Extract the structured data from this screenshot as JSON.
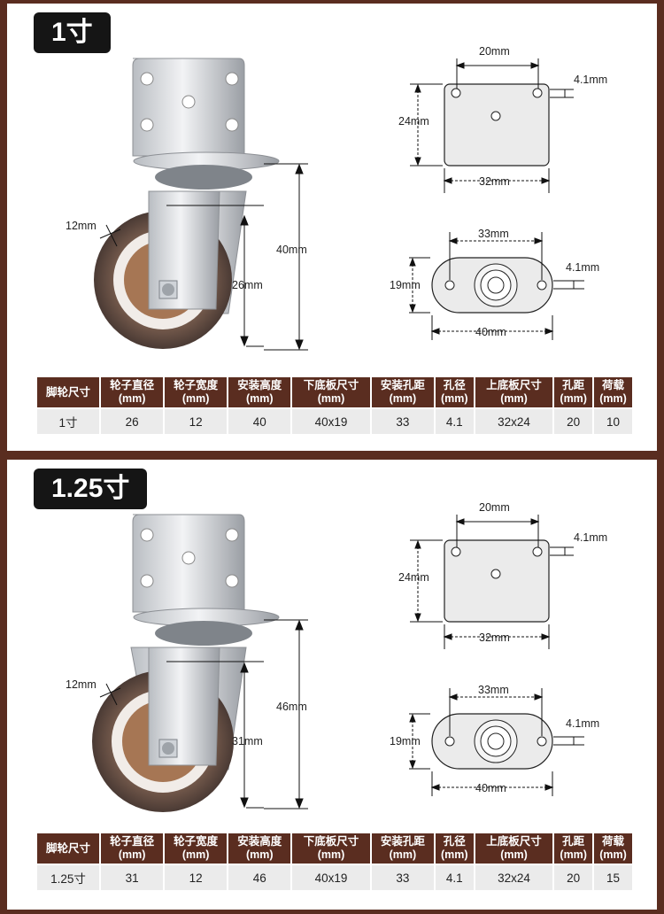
{
  "colors": {
    "frame": "#5a2d20",
    "title_bg": "#151515",
    "table_header": "#5a2d20",
    "table_cell": "#ebebeb"
  },
  "products": [
    {
      "title": "1寸",
      "dims": {
        "tread": "12mm",
        "total_height": "40mm",
        "wheel_diameter": "26mm",
        "top_hole_spacing": "20mm",
        "top_hole_dia": "4.1mm",
        "top_plate_height": "24mm",
        "top_plate_width": "32mm",
        "bottom_hole_spacing": "33mm",
        "bottom_hole_dia": "4.1mm",
        "bottom_plate_height": "19mm",
        "bottom_plate_width": "40mm"
      },
      "table": {
        "headers": [
          {
            "name": "脚轮尺寸",
            "unit": ""
          },
          {
            "name": "轮子直径",
            "unit": "(mm)"
          },
          {
            "name": "轮子宽度",
            "unit": "(mm)"
          },
          {
            "name": "安装高度",
            "unit": "(mm)"
          },
          {
            "name": "下底板尺寸",
            "unit": "(mm)"
          },
          {
            "name": "安装孔距",
            "unit": "(mm)"
          },
          {
            "name": "孔径",
            "unit": "(mm)"
          },
          {
            "name": "上底板尺寸",
            "unit": "(mm)"
          },
          {
            "name": "孔距",
            "unit": "(mm)"
          },
          {
            "name": "荷载",
            "unit": "(mm)"
          }
        ],
        "row": [
          "1寸",
          "26",
          "12",
          "40",
          "40x19",
          "33",
          "4.1",
          "32x24",
          "20",
          "10"
        ]
      }
    },
    {
      "title": "1.25寸",
      "dims": {
        "tread": "12mm",
        "total_height": "46mm",
        "wheel_diameter": "31mm",
        "top_hole_spacing": "20mm",
        "top_hole_dia": "4.1mm",
        "top_plate_height": "24mm",
        "top_plate_width": "32mm",
        "bottom_hole_spacing": "33mm",
        "bottom_hole_dia": "4.1mm",
        "bottom_plate_height": "19mm",
        "bottom_plate_width": "40mm"
      },
      "table": {
        "headers": [
          {
            "name": "脚轮尺寸",
            "unit": ""
          },
          {
            "name": "轮子直径",
            "unit": "(mm)"
          },
          {
            "name": "轮子宽度",
            "unit": "(mm)"
          },
          {
            "name": "安装高度",
            "unit": "(mm)"
          },
          {
            "name": "下底板尺寸",
            "unit": "(mm)"
          },
          {
            "name": "安装孔距",
            "unit": "(mm)"
          },
          {
            "name": "孔径",
            "unit": "(mm)"
          },
          {
            "name": "上底板尺寸",
            "unit": "(mm)"
          },
          {
            "name": "孔距",
            "unit": "(mm)"
          },
          {
            "name": "荷载",
            "unit": "(mm)"
          }
        ],
        "row": [
          "1.25寸",
          "31",
          "12",
          "46",
          "40x19",
          "33",
          "4.1",
          "32x24",
          "20",
          "15"
        ]
      }
    }
  ]
}
